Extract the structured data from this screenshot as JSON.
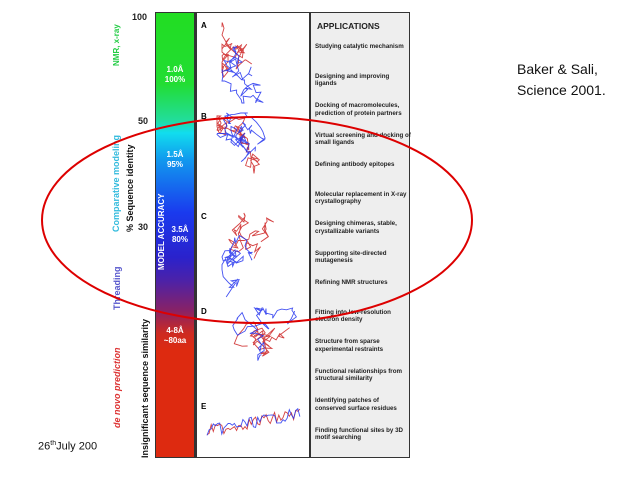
{
  "axis": {
    "ticks": [
      "100",
      "50",
      "30"
    ],
    "title": "% Sequence identity",
    "bottom_label": "Insignificant sequence similarity"
  },
  "methods": [
    {
      "label": "NMR, x-ray",
      "color": "#22cc44"
    },
    {
      "label": "Comparative modeling",
      "color": "#33bbdd"
    },
    {
      "label": "Threading",
      "color": "#5555cc"
    },
    {
      "label": "de novo prediction",
      "color": "#dd3333"
    }
  ],
  "bar": {
    "title": "MODEL ACCURACY",
    "levels": [
      {
        "rmsd": "1.0Å",
        "value": "100%"
      },
      {
        "rmsd": "1.5Å",
        "value": "95%"
      },
      {
        "rmsd": "3.5Å",
        "value": "80%"
      },
      {
        "rmsd": "4-8Å",
        "value": "~80aa"
      }
    ]
  },
  "panels": [
    "A",
    "B",
    "C",
    "D",
    "E"
  ],
  "applications": {
    "title": "APPLICATIONS",
    "items": [
      "Studying catalytic mechanism",
      "Designing and improving ligands",
      "Docking of macromolecules, prediction of protein partners",
      "Virtual screening and docking of small ligands",
      "Defining antibody epitopes",
      "Molecular replacement in X-ray crystallography",
      "Designing chimeras, stable, crystallizable variants",
      "Supporting site-directed mutagenesis",
      "Refining NMR structures",
      "Fitting into low-resolution electron density",
      "Structure from sparse experimental restraints",
      "Functional relationships from structural similarity",
      "Identifying patches of conserved surface residues",
      "Finding functional sites by 3D motif searching"
    ]
  },
  "citation": {
    "line1": "Baker & Sali,",
    "line2": "Science 2001."
  },
  "date": {
    "day": "26",
    "suffix": "th",
    "rest": "July 200"
  }
}
